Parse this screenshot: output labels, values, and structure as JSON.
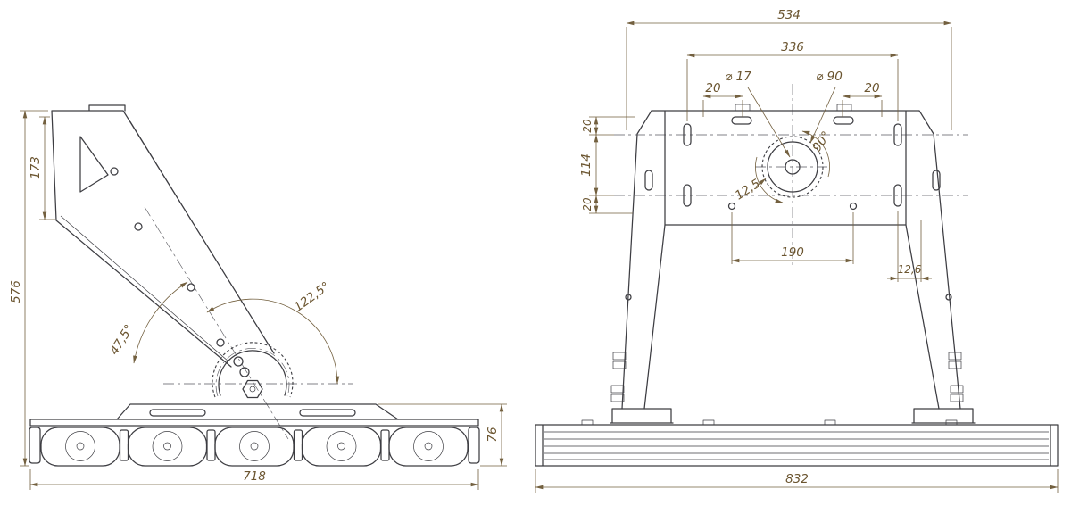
{
  "style": {
    "line_color": "#3d3d42",
    "dimension_color": "#6b5530",
    "background": "#ffffff"
  },
  "side_view": {
    "dims": {
      "overall_height": "576",
      "arm_upper": "173",
      "overall_width": "718",
      "fixture_height": "76",
      "angle_max": "122,5°",
      "angle_min": "47,5°"
    }
  },
  "front_view": {
    "dims": {
      "top_width": "534",
      "slot_span": "336",
      "hole_dia": "⌀ 17",
      "boss_dia": "⌀ 90",
      "offset_left": "20",
      "offset_right": "20",
      "edge_top": "20",
      "row_span": "114",
      "edge_bottom": "20",
      "rotation": "90°",
      "tooth_pitch": "12,5",
      "base_span": "190",
      "side_offset": "12,6",
      "overall_width": "832"
    }
  }
}
